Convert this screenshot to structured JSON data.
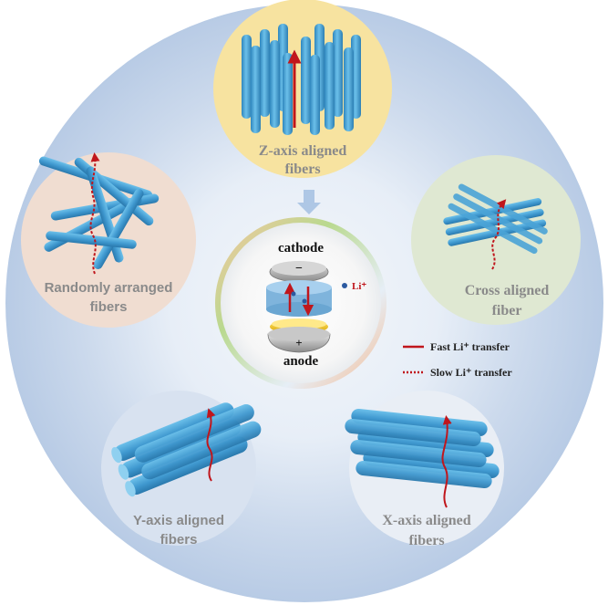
{
  "center": {
    "top_label": "cathode",
    "bottom_label": "anode",
    "ion_label": "Li⁺",
    "minus_sign": "−",
    "plus_sign": "+"
  },
  "panels": {
    "z_axis": {
      "line1": "Z-axis aligned",
      "line2": "fibers"
    },
    "cross": {
      "line1": "Cross aligned",
      "line2": "fiber"
    },
    "x_axis": {
      "line1": "X-axis aligned",
      "line2": "fibers"
    },
    "y_axis": {
      "line1": "Y-axis aligned",
      "line2": "fibers"
    },
    "random": {
      "line1": "Randomly arranged",
      "line2": "fibers"
    }
  },
  "legend": {
    "fast": "Fast Li⁺ transfer",
    "slow": "Slow Li⁺ transfer"
  },
  "colors": {
    "fiber": "#4aa3d6",
    "arrow": "#c0161c",
    "z_bg": "#f7e3a0",
    "cross_bg": "#dfe8d2",
    "random_bg": "#f0ddd1",
    "x_bg": "#e9eef5",
    "y_bg": "#d8e2f0"
  }
}
